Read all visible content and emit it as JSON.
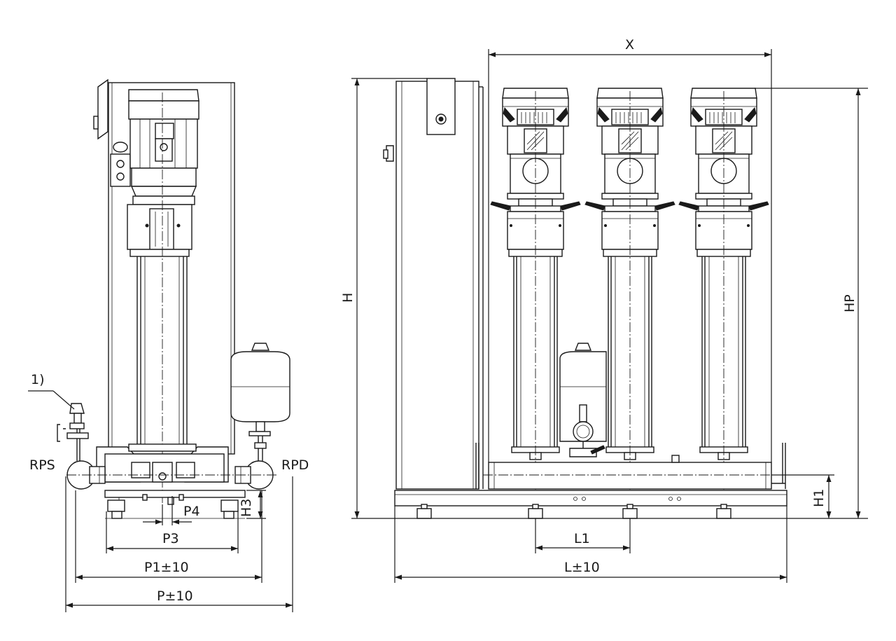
{
  "labels": {
    "x": "X",
    "h": "H",
    "hp": "HP",
    "h1": "H1",
    "h3": "H3",
    "l1": "L1",
    "l": "L±10",
    "p": "P±10",
    "p1": "P1±10",
    "p3": "P3",
    "p4": "P4",
    "rps": "RPS",
    "rpd": "RPD",
    "note1": "1)"
  },
  "colors": {
    "line": "#1a1a1a",
    "background": "#ffffff"
  }
}
